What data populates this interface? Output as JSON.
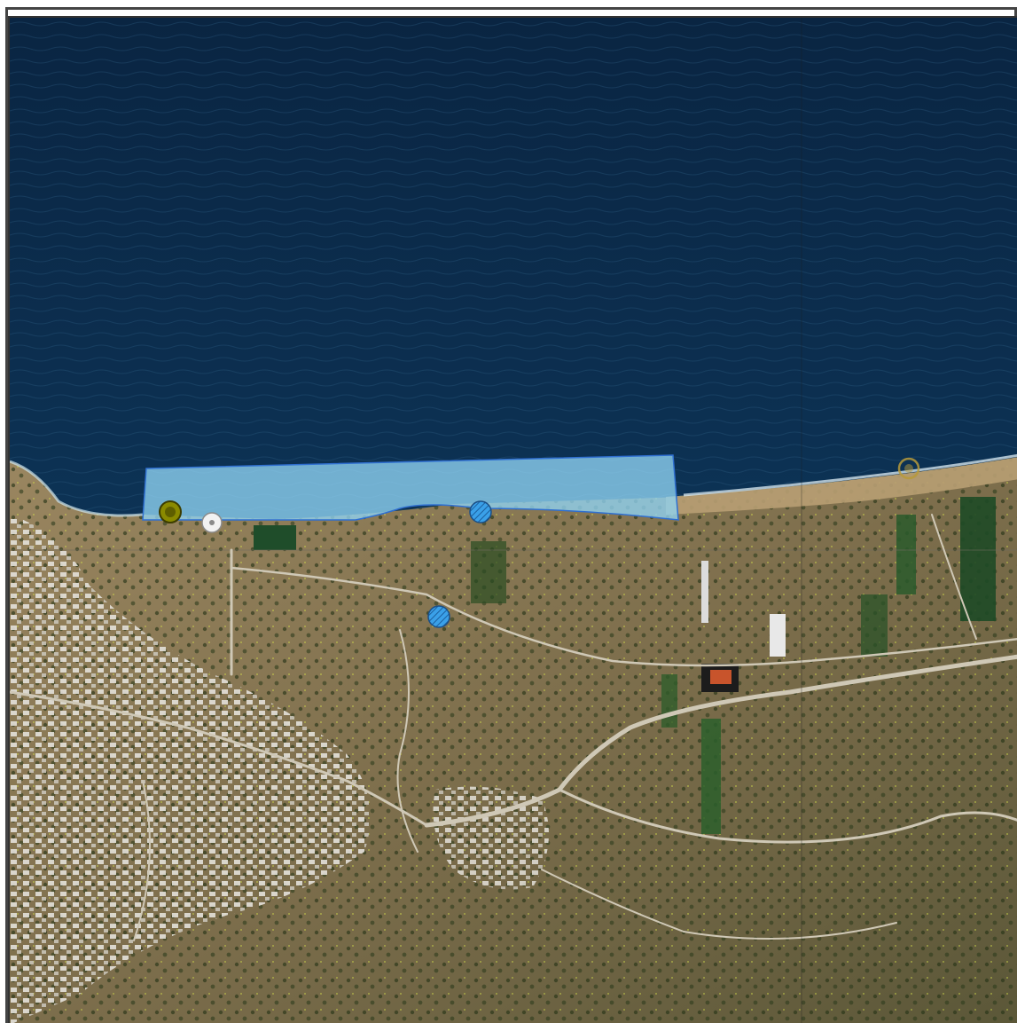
{
  "map": {
    "type": "satellite imagery",
    "features": [
      {
        "name": "protected-beach-zone",
        "kind": "polygon",
        "fill": "#8fd3f4"
      },
      {
        "name": "marker-olive",
        "kind": "circle marker",
        "fill": "#8a8a00"
      },
      {
        "name": "marker-white",
        "kind": "circle marker",
        "fill": "#f2f2f2"
      },
      {
        "name": "marker-blue-beach",
        "kind": "circle marker (hatched)",
        "fill": "#3aa0e8"
      },
      {
        "name": "marker-blue-road",
        "kind": "circle marker (hatched)",
        "fill": "#3aa0e8"
      },
      {
        "name": "marker-east-ring",
        "kind": "circle marker",
        "fill": "#b79a3a"
      }
    ],
    "colors": {
      "sea_deep": "#0c2f52",
      "sea_shallow": "#1f6b86",
      "land": "#8d7a55",
      "vegetation": "#2f3d1f",
      "town": "#d9d6cf",
      "zone_outline": "#2f6fd0"
    }
  }
}
